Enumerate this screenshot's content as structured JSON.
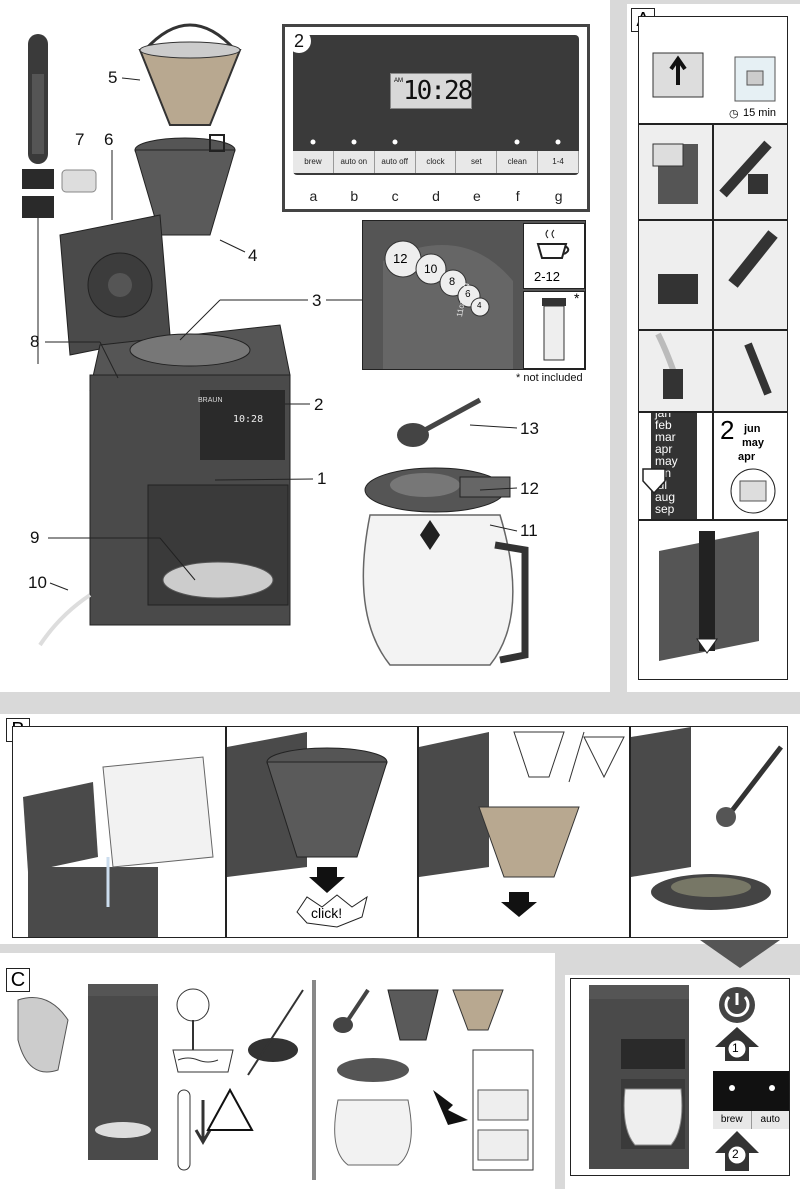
{
  "main": {
    "callouts": [
      "1",
      "2",
      "3",
      "4",
      "5",
      "6",
      "7",
      "8",
      "9",
      "10",
      "11",
      "12",
      "13"
    ],
    "display": {
      "number": "2",
      "am": "AM",
      "time": "10:28",
      "buttons": [
        "brew",
        "auto on",
        "auto off",
        "clock",
        "set",
        "clean",
        "1-4"
      ],
      "letters": [
        "a",
        "b",
        "c",
        "d",
        "e",
        "f",
        "g"
      ]
    },
    "dial": {
      "numbers": [
        "12",
        "10",
        "8",
        "6",
        "4"
      ],
      "mug_text": "11oz mug",
      "cups_label": "2-12",
      "asterisk": "*",
      "not_included": "* not included"
    },
    "brand": "BRAUN",
    "small_display": "10:28"
  },
  "section_a": {
    "letter": "A",
    "timer": "15 min",
    "months": [
      "jan",
      "feb",
      "mar",
      "apr",
      "may",
      "jun",
      "jul",
      "aug",
      "sep"
    ],
    "calendar_number": "2",
    "calendar_months": [
      "jun",
      "may",
      "apr"
    ]
  },
  "section_b": {
    "letter": "B",
    "click": "click!"
  },
  "section_c": {
    "letter": "C"
  },
  "final": {
    "step1": "1",
    "step2": "2",
    "buttons": [
      "brew",
      "auto"
    ]
  }
}
